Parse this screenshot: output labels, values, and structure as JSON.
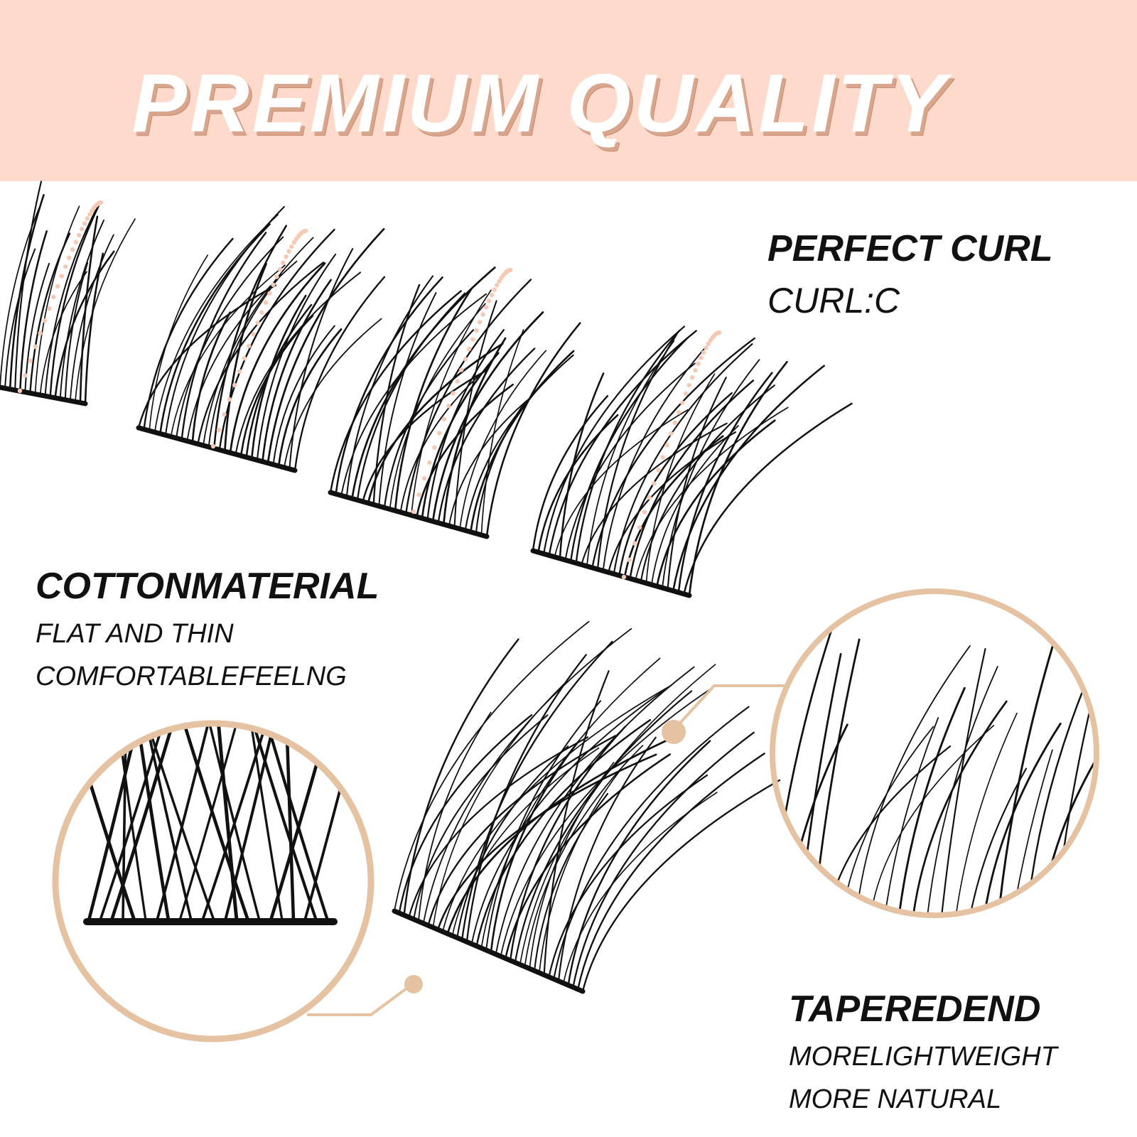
{
  "banner": {
    "title": "PREMIUM QUALITY",
    "bg_color": "#fddacb",
    "title_shadow": "#c99178"
  },
  "features": {
    "curl": {
      "heading": "PERFECT CURL",
      "detail": "CURL:C"
    },
    "cotton": {
      "heading": "COTTONMATERIAL",
      "line1": "FLAT AND THIN",
      "line2": "COMFORTABLEFEELNG"
    },
    "taper": {
      "heading": "TAPEREDEND",
      "line1": "MORELIGHTWEIGHT",
      "line2": "MORE NATURAL"
    }
  },
  "colors": {
    "accent": "#e5c3a2",
    "dots": "#f5c9b4",
    "lash": "#111111"
  }
}
